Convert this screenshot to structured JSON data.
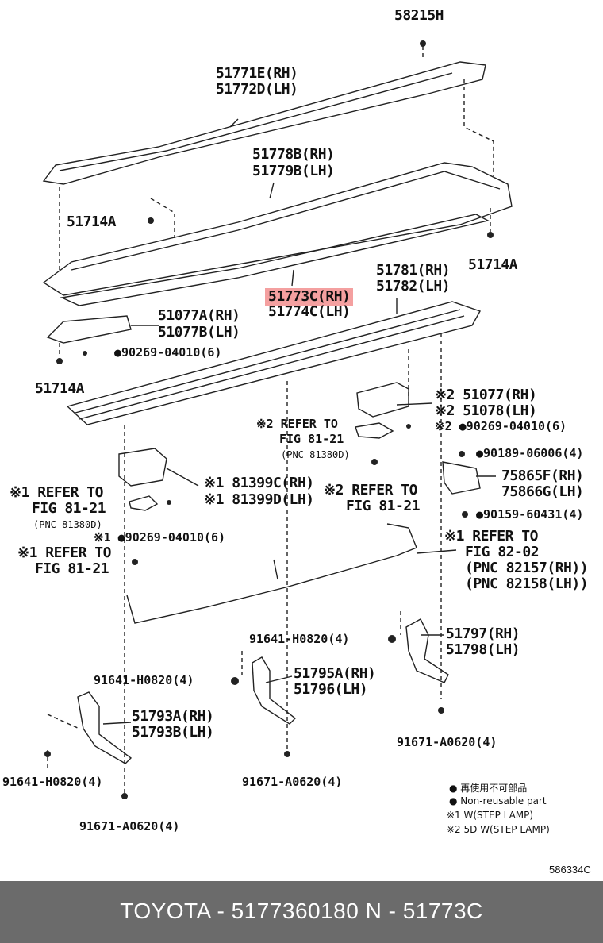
{
  "callouts": {
    "c58215h": "58215H",
    "c51771e": "51771E(RH)",
    "c51772d": "51772D(LH)",
    "c51778b": "51778B(RH)",
    "c51779b": "51779B(LH)",
    "c51714a_1": "51714A",
    "c51714a_2": "51714A",
    "c51714a_3": "51714A",
    "c51773c": "51773C(RH)",
    "c51774c": "51774C(LH)",
    "c51781": "51781(RH)",
    "c51782": "51782(LH)",
    "c51077a": "51077A(RH)",
    "c51077b": "51077B(LH)",
    "c90269_a": "●90269-04010(6)",
    "c51077": "※2 51077(RH)",
    "c51078": "※2 51078(LH)",
    "c90269_b": "※2 ●90269-04010(6)",
    "c_ref1_a": "※2 REFER TO",
    "c_ref1_b": "FIG 81-21",
    "c_pnc1": "(PNC 81380D)",
    "c90189": "●90189-06006(4)",
    "c75865f": "75865F(RH)",
    "c75866g": "75866G(LH)",
    "c90159": "●90159-60431(4)",
    "c81399c": "※1 81399C(RH)",
    "c81399d": "※1 81399D(LH)",
    "c_ref2_a": "※2 REFER TO",
    "c_ref2_b": "FIG 81-21",
    "c_ref3_a": "※1 REFER TO",
    "c_ref3_b": "FIG 81-21",
    "c_pnc3": "(PNC 81380D)",
    "c90269_c": "※1 ●90269-04010(6)",
    "c_ref4_a": "※1 REFER TO",
    "c_ref4_b": "FIG 81-21",
    "c_ref5_a": "※1 REFER TO",
    "c_ref5_b": "FIG 82-02",
    "c_pnc5a": "(PNC 82157(RH))",
    "c_pnc5b": "(PNC 82158(LH))",
    "c91641_a": "91641-H0820(4)",
    "c51797": "51797(RH)",
    "c51798": "51798(LH)",
    "c91641_b": "91641-H0820(4)",
    "c51795a": "51795A(RH)",
    "c51796": "51796(LH)",
    "c51793a": "51793A(RH)",
    "c51793b": "51793B(LH)",
    "c91671_a": "91671-A0620(4)",
    "c91641_c": "91641-H0820(4)",
    "c91671_b": "91671-A0620(4)",
    "c91671_c": "91671-A0620(4)"
  },
  "legend": {
    "line1": "● 再使用不可部品",
    "line2": "● Non-reusable part",
    "line3": "※1 W(STEP LAMP)",
    "line4": "※2 5D W(STEP LAMP)"
  },
  "diagram_code": "586334C",
  "footer": {
    "text": "TOYOTA - 5177360180     N - 51773C"
  },
  "colors": {
    "highlight": "#f4a0a0",
    "footer_bg": "#6b6b6b"
  }
}
